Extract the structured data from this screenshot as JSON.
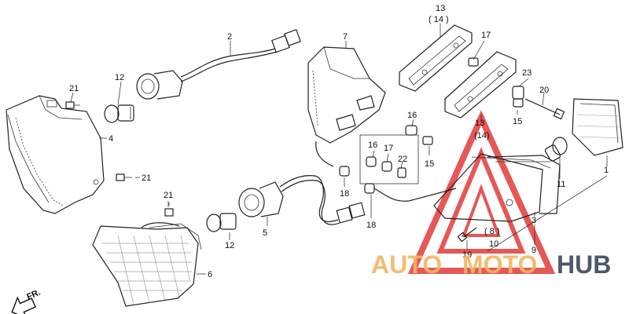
{
  "labels": {
    "p1": "1",
    "p2": "2",
    "p3": "3",
    "p4": "4",
    "p5": "5",
    "p6": "6",
    "p7": "7",
    "p8": "( 8 )",
    "p9": "9",
    "p10": "10",
    "p11": "11",
    "p12a": "12",
    "p12b": "12",
    "p13a": "13",
    "p14a": "( 14 )",
    "p13b": "13",
    "p14b": "(14)",
    "p15a": "15",
    "p15b": "15",
    "p16a": "16",
    "p16b": "16",
    "p17a": "17",
    "p17b": "17",
    "p18a": "18",
    "p18b": "18",
    "p19": "19",
    "p20": "20",
    "p21a": "21",
    "p21b": "21",
    "p21c": "21",
    "p22": "22",
    "p23": "23",
    "fr": "FR."
  },
  "watermark": {
    "auto": "AUTO",
    "moto": "MOTO",
    "hub": "HUB",
    "colors": {
      "orange": "#f2b661",
      "red": "#e23a3a",
      "navy": "#2e3d4d"
    }
  }
}
